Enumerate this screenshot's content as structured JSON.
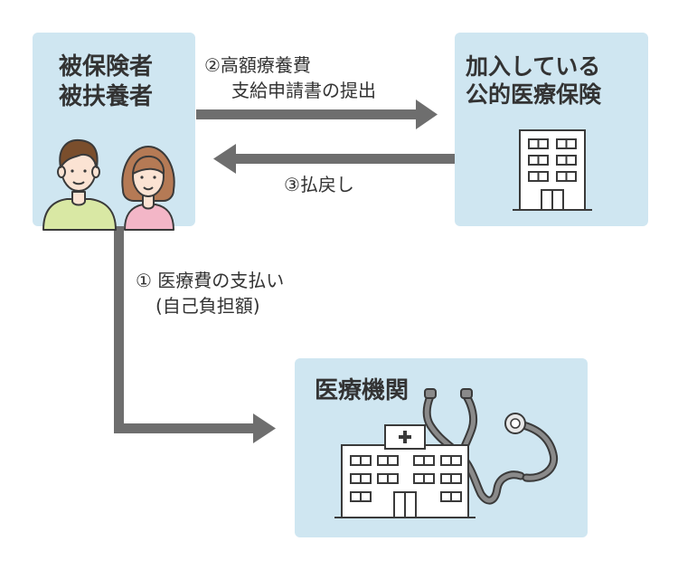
{
  "colors": {
    "box_fill": "#cfe6f1",
    "arrow": "#6e6e6e",
    "line": "#3a3a3a",
    "skin": "#fbe3d3",
    "man_hair": "#7a4e2c",
    "woman_hair": "#b57a55",
    "man_shirt": "#d9e8a4",
    "woman_shirt": "#f3b6c7"
  },
  "insured": {
    "line1": "被保険者",
    "line2": "被扶養者",
    "icons": [
      "man-icon",
      "woman-icon"
    ]
  },
  "insurer": {
    "line1": "加入している",
    "line2": "公的医療保険",
    "icon": "office-building-icon"
  },
  "hospital": {
    "title": "医療機関",
    "icons": [
      "hospital-building-icon",
      "stethoscope-icon"
    ]
  },
  "steps": {
    "step2_line1": "②高額療養費",
    "step2_line2": "支給申請書の提出",
    "step3": "③払戻し",
    "step1_line1": "① 医療費の支払い",
    "step1_line2": "(自己負担額)"
  }
}
